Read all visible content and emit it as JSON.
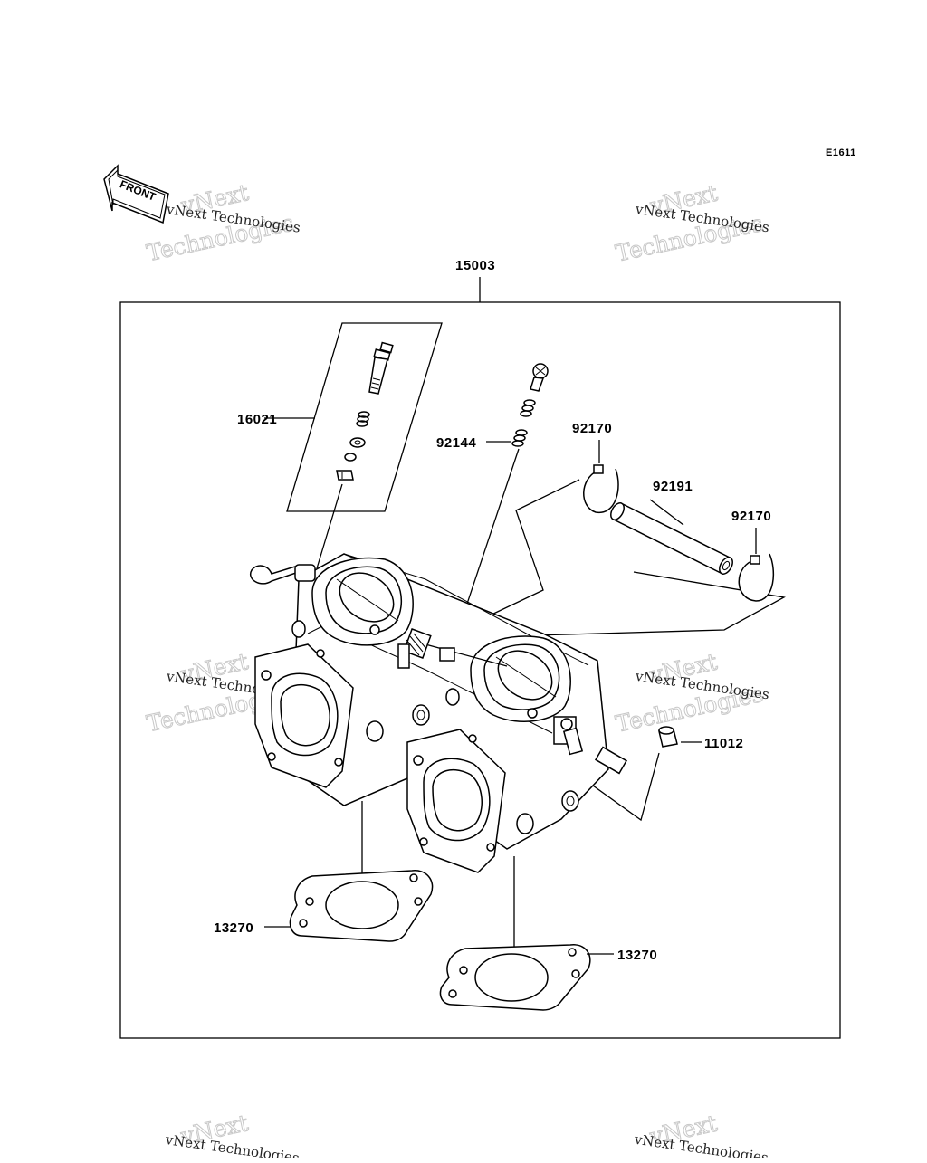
{
  "diagram_code": "E1611",
  "front_label": "FRONT",
  "assembly_part": "15003",
  "parts": {
    "p16021": "16021",
    "p92144": "92144",
    "p92170a": "92170",
    "p92191": "92191",
    "p92170b": "92170",
    "p11012": "11012",
    "p13270a": "13270",
    "p13270b": "13270"
  },
  "watermark": {
    "line1": "vNext Technologies",
    "line2": "vNext",
    "line3": "Technologies"
  },
  "colors": {
    "ink": "#000000",
    "watermark": "#c8c8c8",
    "background": "#ffffff"
  }
}
